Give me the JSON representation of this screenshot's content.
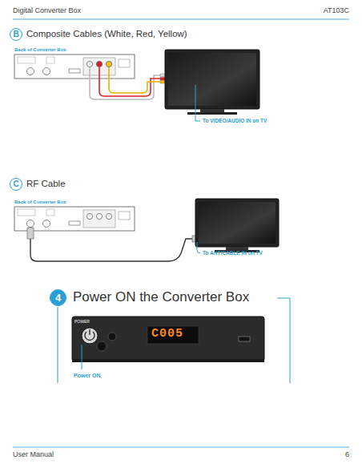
{
  "diagram": {
    "nodes": [
      {
        "text": [
          "B",
          "Composite Cables (White, Red, Yellow)"
        ]
      },
      {
        "text": [
          "C",
          "RF Cable"
        ]
      },
      {
        "text": [
          "4",
          "Power ON the Converter Box"
        ]
      }
    ],
    "labels": [
      "Digital Converter Box",
      "AT103C",
      "Back of Converter Box",
      "To VIDEO/AUDIO IN on TV",
      "Back of Converter Box",
      "To ANT/CABLE IN on TV",
      "POWER",
      "C005",
      "Power ON",
      "User Manual",
      "6"
    ]
  }
}
